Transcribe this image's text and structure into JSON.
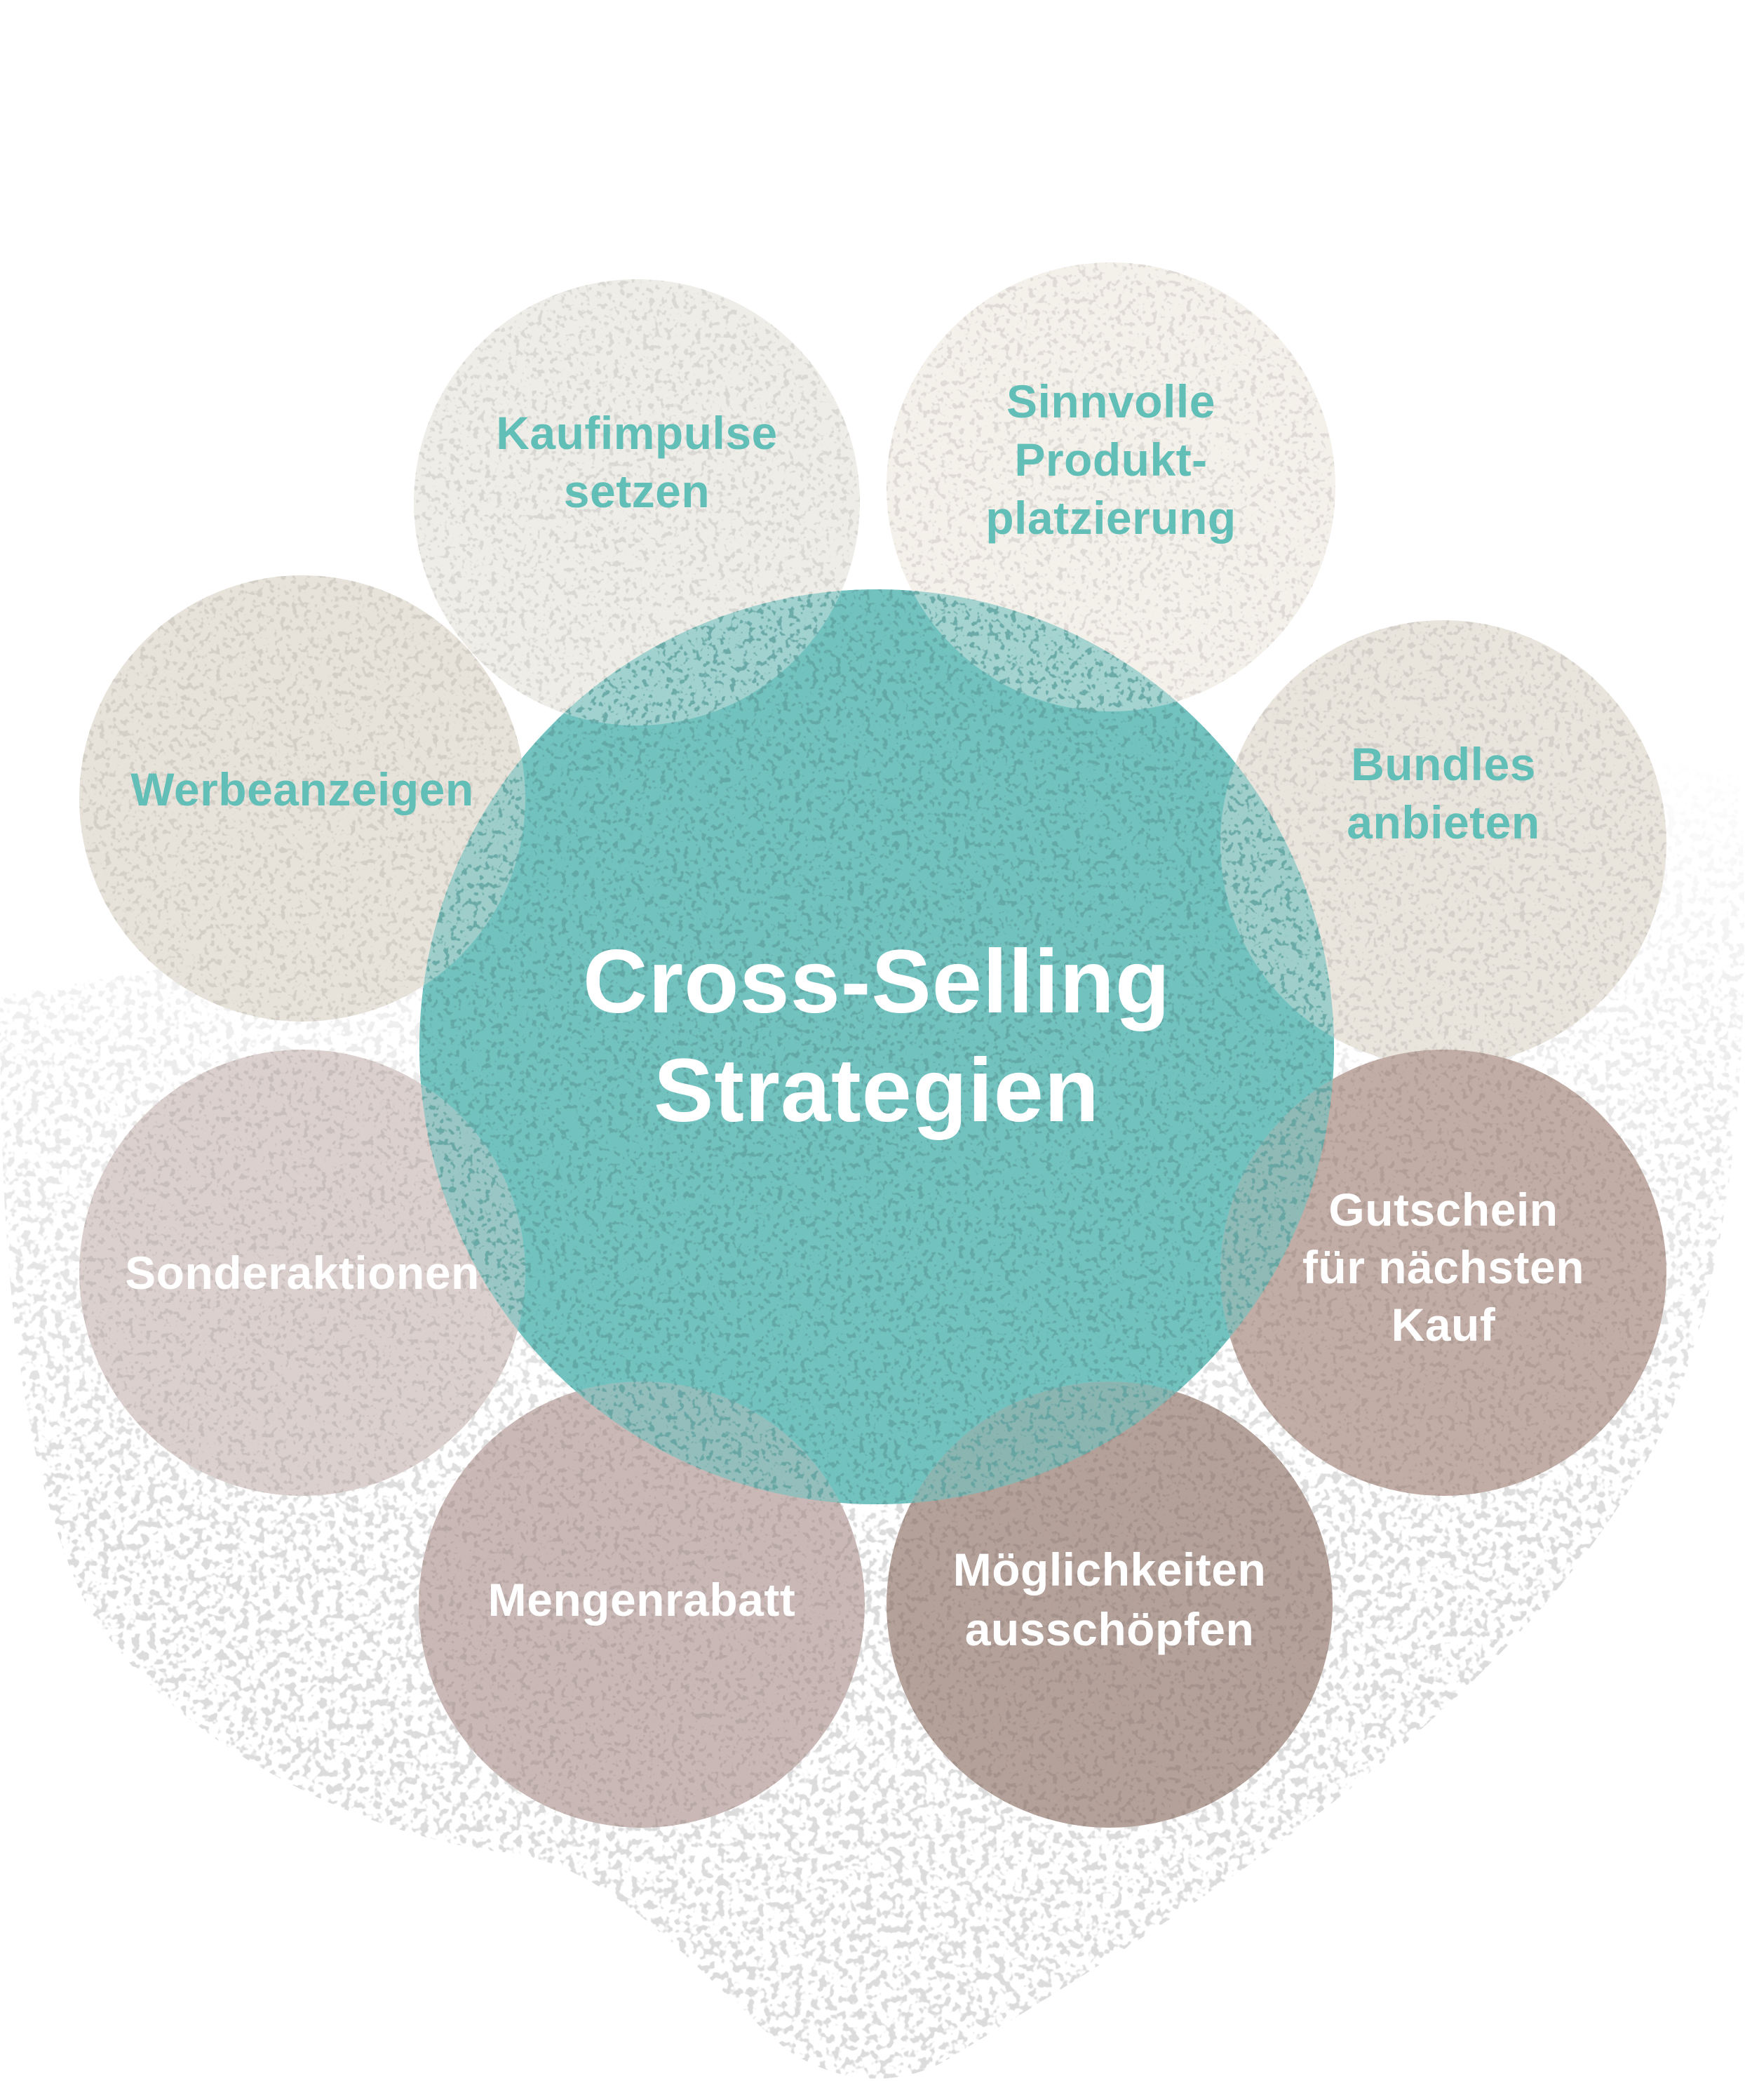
{
  "diagram": {
    "type": "radial-circle-diagram",
    "center": {
      "title_lines": [
        "Cross-Selling",
        "Strategien"
      ],
      "fill": "#72C2C0",
      "text_color": "#FFFFFF"
    },
    "nodes": [
      {
        "id": "kaufimpulse",
        "lines": [
          "Kaufimpulse",
          "setzen"
        ],
        "fill": "#EFEDE8",
        "text_color": "#62BFB7"
      },
      {
        "id": "produktplatzierung",
        "lines": [
          "Sinnvolle",
          "Produkt-",
          "platzierung"
        ],
        "fill": "#F4F0EA",
        "text_color": "#62BFB7"
      },
      {
        "id": "bundles",
        "lines": [
          "Bundles",
          "anbieten"
        ],
        "fill": "#E9E5DD",
        "text_color": "#62BFB7"
      },
      {
        "id": "gutschein",
        "lines": [
          "Gutschein",
          "für nächsten",
          "Kauf"
        ],
        "fill": "#C1ADA5",
        "text_color": "#FFFFFF"
      },
      {
        "id": "moeglichkeiten",
        "lines": [
          "Möglichkeiten",
          "ausschöpfen"
        ],
        "fill": "#B4A199",
        "text_color": "#FFFFFF"
      },
      {
        "id": "mengenrabatt",
        "lines": [
          "Mengenrabatt"
        ],
        "fill": "#C9B8B5",
        "text_color": "#FFFFFF"
      },
      {
        "id": "sonderaktionen",
        "lines": [
          "Sonderaktionen"
        ],
        "fill": "#DBD0CD",
        "text_color": "#FFFFFF"
      },
      {
        "id": "werbeanzeigen",
        "lines": [
          "Werbeanzeigen"
        ],
        "fill": "#E7E3DA",
        "text_color": "#62BFB7"
      }
    ],
    "background_blob_color": "#DCDCDC"
  }
}
